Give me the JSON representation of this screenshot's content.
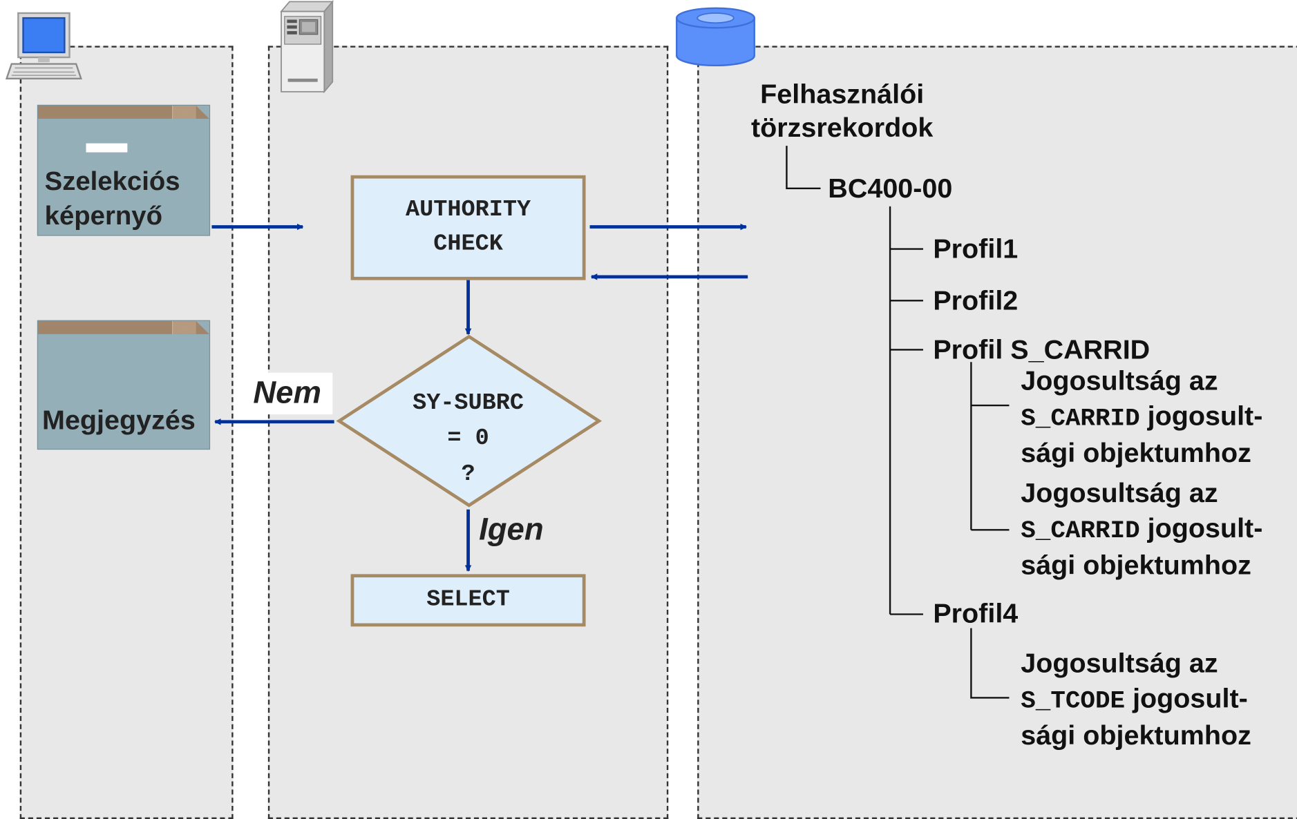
{
  "colors": {
    "arrow": "#00309a",
    "zone_fill": "#e8e8e8",
    "process_fill": "#dfeefb",
    "process_border": "#a68a63",
    "screen_fill": "#95afb8",
    "screen_bar": "#a0856a",
    "database": "#5b8ff9"
  },
  "icons": {
    "presentation": "desktop-computer-icon",
    "application": "server-tower-icon",
    "database": "database-cylinder-icon"
  },
  "screens": {
    "selection_line1": "Szelekciós",
    "selection_line2": "képernyő",
    "message": "Megjegyzés"
  },
  "flow": {
    "authority_check": "AUTHORITY\nCHECK",
    "condition": "SY-SUBRC\n= 0\n?",
    "select": "SELECT",
    "no_label": "Nem",
    "yes_label": "Igen"
  },
  "tree": {
    "root_line1": "Felhasználói",
    "root_line2": "törzsrekordok",
    "user": "BC400-00",
    "profiles": [
      "Profil1",
      "Profil2",
      "Profil S_CARRID",
      "Profil4"
    ],
    "authorizations": [
      {
        "line1": "Jogosultság az",
        "object": "S_CARRID",
        "line2_rest": " jogosult-",
        "line3": "sági objektumhoz"
      },
      {
        "line1": "Jogosultság az",
        "object": "S_CARRID",
        "line2_rest": " jogosult-",
        "line3": "sági objektumhoz"
      },
      {
        "line1": "Jogosultság az",
        "object": "S_TCODE",
        "line2_rest": " jogosult-",
        "line3": "sági objektumhoz"
      }
    ]
  }
}
